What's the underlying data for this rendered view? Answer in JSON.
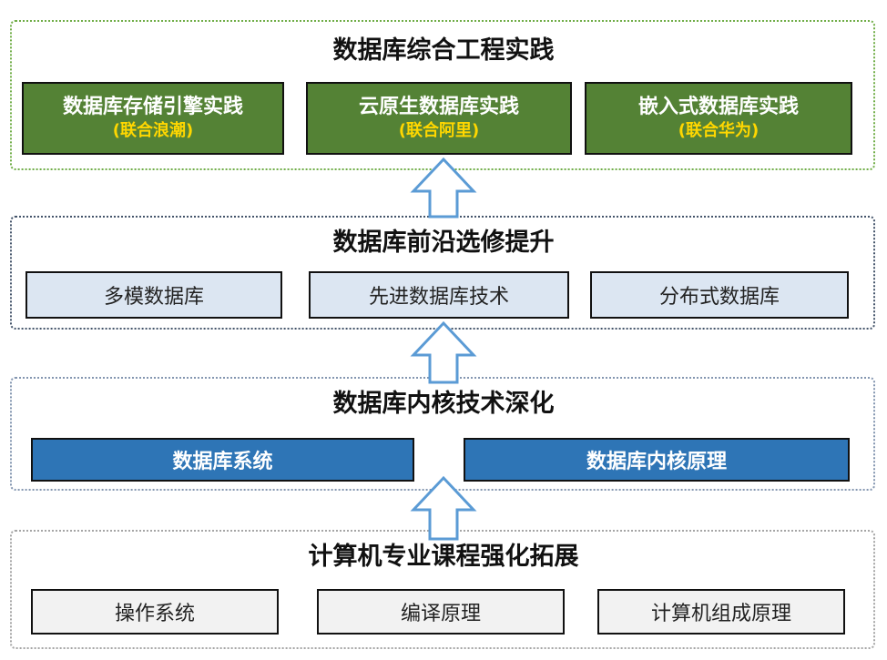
{
  "layers": [
    {
      "title": "数据库综合工程实践",
      "items": [
        {
          "label": "数据库存储引擎实践",
          "partner": "(联合浪潮)"
        },
        {
          "label": "云原生数据库实践",
          "partner": "(联合阿里)"
        },
        {
          "label": "嵌入式数据库实践",
          "partner": "(联合华为)"
        }
      ]
    },
    {
      "title": "数据库前沿选修提升",
      "items": [
        "多模数据库",
        "先进数据库技术",
        "分布式数据库"
      ]
    },
    {
      "title": "数据库内核技术深化",
      "items": [
        "数据库系统",
        "数据库内核原理"
      ]
    },
    {
      "title": "计算机专业课程强化拓展",
      "items": [
        "操作系统",
        "编译原理",
        "计算机组成原理"
      ]
    }
  ],
  "colors": {
    "practice_box": "#548235",
    "partner_text": "#ffd700",
    "elective_box": "#dce6f2",
    "core_box": "#2e75b6",
    "foundation_box": "#f2f2f2",
    "arrow_fill": "#ffffff",
    "arrow_stroke": "#5b9bd5"
  }
}
